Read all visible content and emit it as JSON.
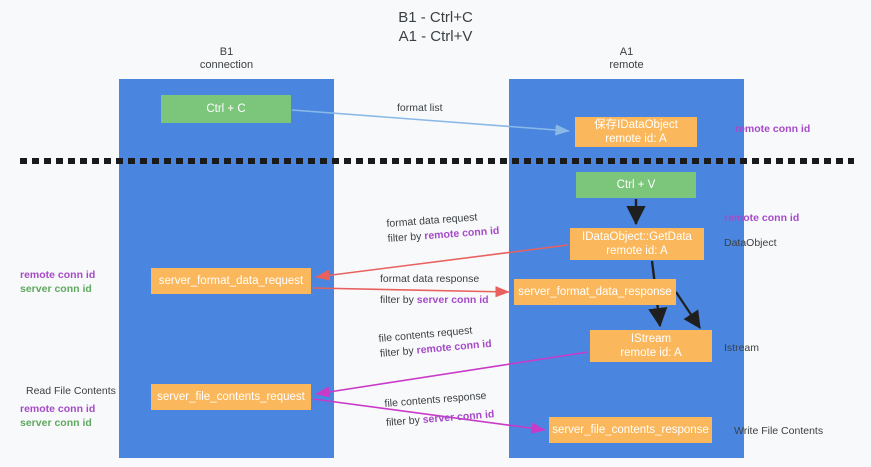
{
  "title": "B1 - Ctrl+C\nA1 - Ctrl+V",
  "columns": {
    "left": {
      "name": "B1",
      "role": "connection",
      "label": "B1\nconnection"
    },
    "right": {
      "name": "A1",
      "role": "remote",
      "label": "A1\nremote"
    }
  },
  "nodes": {
    "ctrl_c": {
      "label": "Ctrl + C",
      "color": "#7bc67b",
      "lane": "B1"
    },
    "save_dataobject": {
      "label": "保存IDataObject\nremote id: A",
      "color": "#fbb75b",
      "lane": "A1"
    },
    "ctrl_v": {
      "label": "Ctrl + V",
      "color": "#7bc67b",
      "lane": "A1"
    },
    "getdata": {
      "label": "IDataObject::GetData\nremote id: A",
      "color": "#fbb75b",
      "lane": "A1"
    },
    "server_format_data_request": {
      "label": "server_format_data_request",
      "color": "#fbb75b",
      "lane": "B1"
    },
    "server_format_data_response": {
      "label": "server_format_data_response",
      "color": "#fbb75b",
      "lane": "A1"
    },
    "istream": {
      "label": "IStream\nremote id: A",
      "color": "#fbb75b",
      "lane": "A1"
    },
    "server_file_contents_request": {
      "label": "server_file_contents_request",
      "color": "#fbb75b",
      "lane": "B1"
    },
    "server_file_contents_response": {
      "label": "server_file_contents_response",
      "color": "#fbb75b",
      "lane": "A1"
    }
  },
  "edges": {
    "format_list": {
      "text": "format list",
      "color": "#8ab9e8"
    },
    "format_data_request": {
      "line1": "format data request",
      "line2_prefix": "filter by ",
      "line2_key": "remote conn id",
      "color": "#e8615e"
    },
    "format_data_response": {
      "line1": "format data response",
      "line2_prefix": "filter by ",
      "line2_key": "server conn id",
      "color": "#e8615e"
    },
    "file_contents_request": {
      "line1": "file contents request",
      "line2_prefix": "filter by ",
      "line2_key": "remote conn id",
      "color": "#c93ac9"
    },
    "file_contents_response": {
      "line1": "file contents response",
      "line2_prefix": "filter by ",
      "line2_key": "server conn id",
      "color": "#c93ac9"
    }
  },
  "annotations": {
    "right_remote_conn_id_1": "remote conn id",
    "right_remote_conn_id_2": "remote conn id",
    "dataobject": "DataObject",
    "istream": "Istream",
    "write_file_contents": "Write File Contents",
    "read_file_contents": "Read File Contents",
    "left_remote_conn_id_1": "remote conn id",
    "left_server_conn_id_1": "server conn id",
    "left_remote_conn_id_2": "remote conn id",
    "left_server_conn_id_2": "server conn id"
  },
  "colors": {
    "lane_blue": "#4a86e0",
    "node_green": "#7bc67b",
    "node_orange": "#fbb75b",
    "accent_purple": "#a64ac9",
    "accent_green": "#5fa85f",
    "arrow_red": "#e8615e",
    "arrow_magenta": "#c93ac9",
    "arrow_blue": "#8ab9e8",
    "background": "#f8f9fa"
  }
}
